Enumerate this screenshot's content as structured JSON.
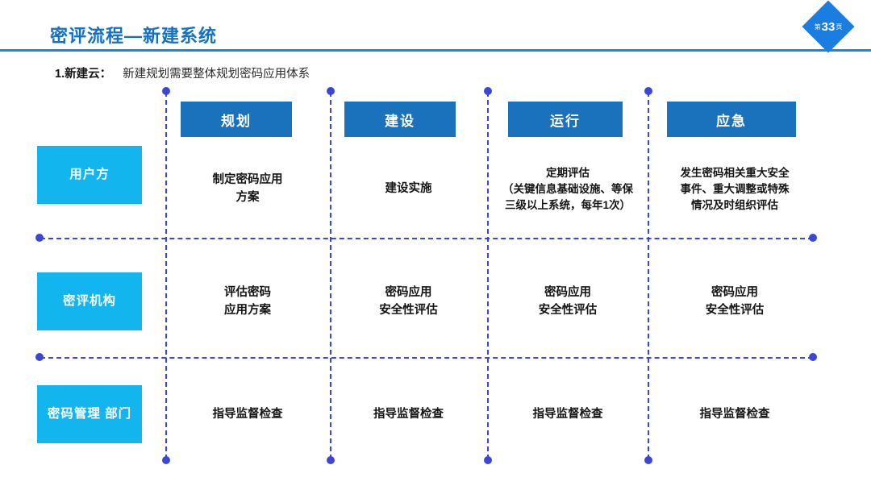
{
  "header": {
    "title": "密评流程—新建系统",
    "badge": {
      "prefix": "第",
      "number": "33",
      "suffix": "页"
    },
    "accent_color": "#1470c4",
    "rule_color": "#1a86d8"
  },
  "subtitle": {
    "label": "1.新建云：",
    "text": "新建规划需要整体规划密码应用体系"
  },
  "matrix": {
    "header_bg": "#1a72bd",
    "row_label_bg": "#12b5ee",
    "line_color": "#3b46d6",
    "columns": [
      {
        "label": "规划"
      },
      {
        "label": "建设"
      },
      {
        "label": "运行"
      },
      {
        "label": "应急"
      }
    ],
    "rows": [
      {
        "label": "用户方",
        "cells": [
          "制定密码应用\n方案",
          "建设实施",
          "定期评估\n（关键信息基础设施、等保\n三级以上系统，每年1次）",
          "发生密码相关重大安全\n事件、重大调整或特殊\n情况及时组织评估"
        ]
      },
      {
        "label": "密评机构",
        "cells": [
          "评估密码\n应用方案",
          "密码应用\n安全性评估",
          "密码应用\n安全性评估",
          "密码应用\n安全性评估"
        ]
      },
      {
        "label": "密码管理\n部门",
        "cells": [
          "指导监督检查",
          "指导监督检查",
          "指导监督检查",
          "指导监督检查"
        ]
      }
    ]
  }
}
